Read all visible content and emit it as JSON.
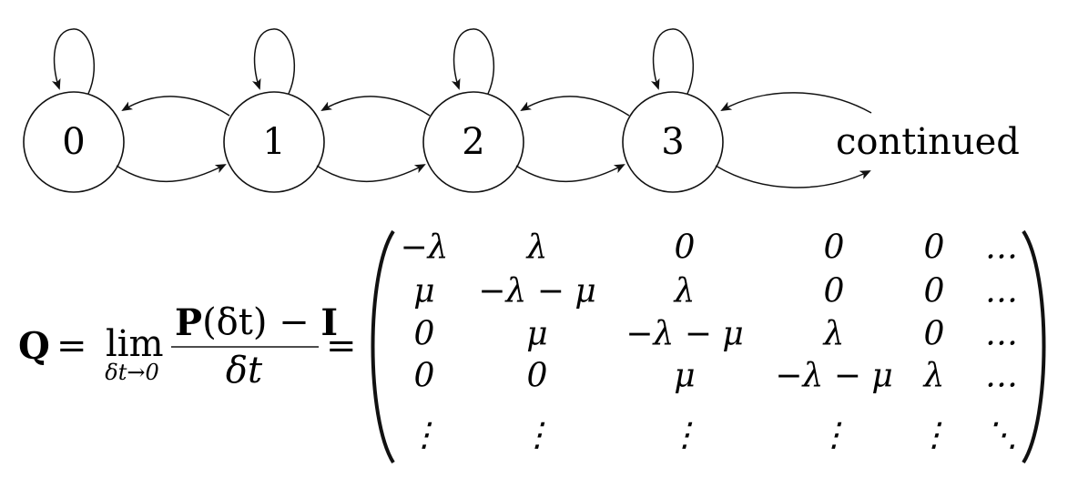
{
  "diagram": {
    "states": [
      "0",
      "1",
      "2",
      "3"
    ],
    "continuation_label": "continued"
  },
  "equation": {
    "lhs_symbol": "Q",
    "equals": "=",
    "limit_op": "lim",
    "limit_subscript": "δt→0",
    "numerator_bold_P": "P",
    "numerator_arg": "(δt) − ",
    "numerator_bold_I": "I",
    "denominator": "δt",
    "equals_2": "=",
    "matrix": [
      [
        "−λ",
        "λ",
        "0",
        "0",
        "0",
        "…"
      ],
      [
        "μ",
        "−λ − μ",
        "λ",
        "0",
        "0",
        "…"
      ],
      [
        "0",
        "μ",
        "−λ − μ",
        "λ",
        "0",
        "…"
      ],
      [
        "0",
        "0",
        "μ",
        "−λ − μ",
        "λ",
        "…"
      ],
      [
        "⋮",
        "⋮",
        "⋮",
        "⋮",
        "⋮",
        "⋱"
      ]
    ]
  }
}
